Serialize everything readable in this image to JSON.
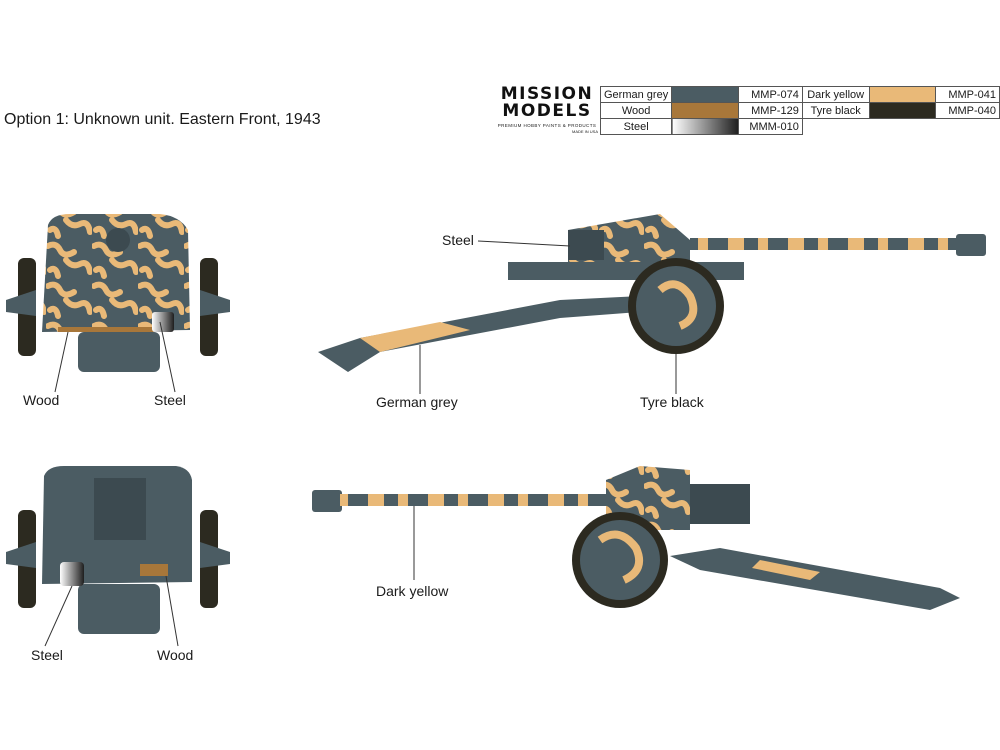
{
  "title": "Option 1: Unknown unit. Eastern Front, 1943",
  "brand": {
    "line1": "MISSION",
    "line2": "MODELS",
    "tagline": "PREMIUM HOBBY PAINTS & PRODUCTS",
    "sub": "MADE IN USA"
  },
  "paints": [
    {
      "name": "German grey",
      "code": "MMP-074",
      "color": "#4b5c63"
    },
    {
      "name": "Dark yellow",
      "code": "MMP-041",
      "color": "#e9b978"
    },
    {
      "name": "Wood",
      "code": "MMP-129",
      "color": "#a8773a"
    },
    {
      "name": "Tyre black",
      "code": "MMP-040",
      "color": "#2c2a20"
    },
    {
      "name": "Steel",
      "code": "MMM-010",
      "color": "#8a8a8a"
    }
  ],
  "callouts": {
    "front_wood": "Wood",
    "front_steel": "Steel",
    "side_steel": "Steel",
    "side_grey": "German grey",
    "side_tyre": "Tyre black",
    "rear_steel": "Steel",
    "rear_wood": "Wood",
    "side2_yellow": "Dark yellow"
  }
}
